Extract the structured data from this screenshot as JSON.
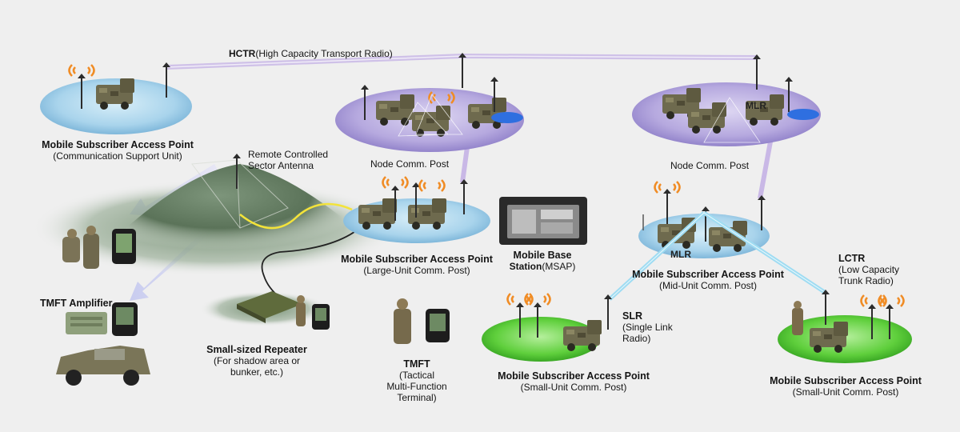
{
  "hctr": {
    "abbr": "HCTR",
    "full": "(High Capacity Transport Radio)"
  },
  "rcsa": {
    "line1": "Remote Controlled",
    "line2": "Sector Antenna"
  },
  "msap_csu": {
    "title": "Mobile Subscriber Access Point",
    "sub": "(Communication Support Unit)"
  },
  "node_left": {
    "title": "Node Comm. Post"
  },
  "node_right": {
    "title": "Node Comm. Post"
  },
  "msap_large": {
    "title": "Mobile Subscriber Access Point",
    "sub": "(Large-Unit Comm. Post)"
  },
  "mbs": {
    "line1": "Mobile Base",
    "line2_bold": "Station",
    "line2_rest": "(MSAP)"
  },
  "msap_mid": {
    "title": "Mobile Subscriber Access Point",
    "sub": "(Mid-Unit Comm. Post)",
    "badge": "MLR"
  },
  "node_right_badge": "MLR",
  "lctr": {
    "abbr": "LCTR",
    "line1": "(Low Capacity",
    "line2": "Trunk Radio)"
  },
  "slr": {
    "abbr": "SLR",
    "line1": "(Single Link",
    "line2": "Radio)"
  },
  "tmft_amp": {
    "title": "TMFT Amplifier"
  },
  "repeater": {
    "title": "Small-sized Repeater",
    "line1": "(For shadow area or",
    "line2": "bunker, etc.)"
  },
  "tmft": {
    "title": "TMFT",
    "line1": "(Tactical",
    "line2": "Multi-Function",
    "line3": "Terminal)"
  },
  "msap_small_left": {
    "title": "Mobile Subscriber Access Point",
    "sub": "(Small-Unit Comm. Post)"
  },
  "msap_small_right": {
    "title": "Mobile Subscriber Access Point",
    "sub": "(Small-Unit Comm. Post)"
  },
  "colors": {
    "background": "#efefef",
    "hctr_link": "#c9b8e6",
    "lctr_link": "#9fdcf2",
    "cable": "#f3e33a",
    "platform_blue": "#9fd0ea",
    "platform_purple": "#b3a6db",
    "platform_green": "#5fcf3c",
    "hill_green": "#5f7a5f",
    "vehicle": "#6d6a4f"
  }
}
